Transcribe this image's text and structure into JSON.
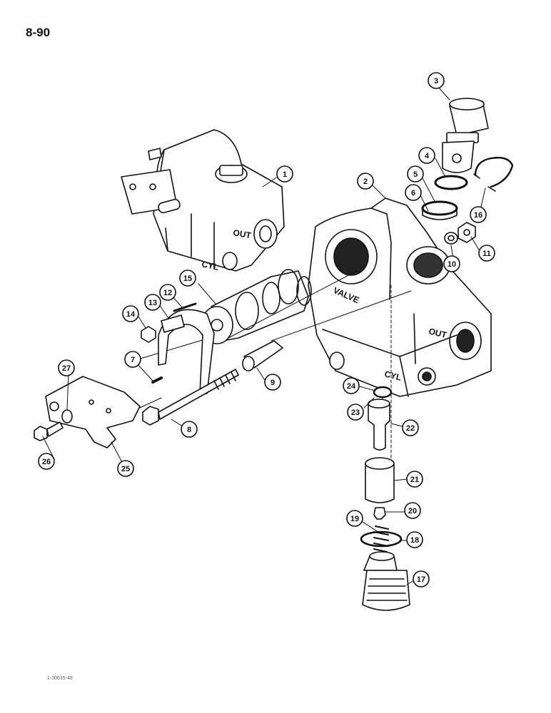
{
  "page": {
    "number": "8-90",
    "figure_code": "1-30635-48"
  },
  "casting_stamps": {
    "valve": "VALVE",
    "out": "OUT",
    "cyl": "CYL"
  },
  "callouts": [
    "1",
    "2",
    "3",
    "4",
    "5",
    "6",
    "7",
    "8",
    "9",
    "10",
    "11",
    "12",
    "13",
    "14",
    "15",
    "16",
    "17",
    "18",
    "19",
    "20",
    "21",
    "22",
    "23",
    "24",
    "25",
    "26",
    "27"
  ],
  "colors": {
    "ink": "#111111",
    "paper": "#ffffff"
  }
}
